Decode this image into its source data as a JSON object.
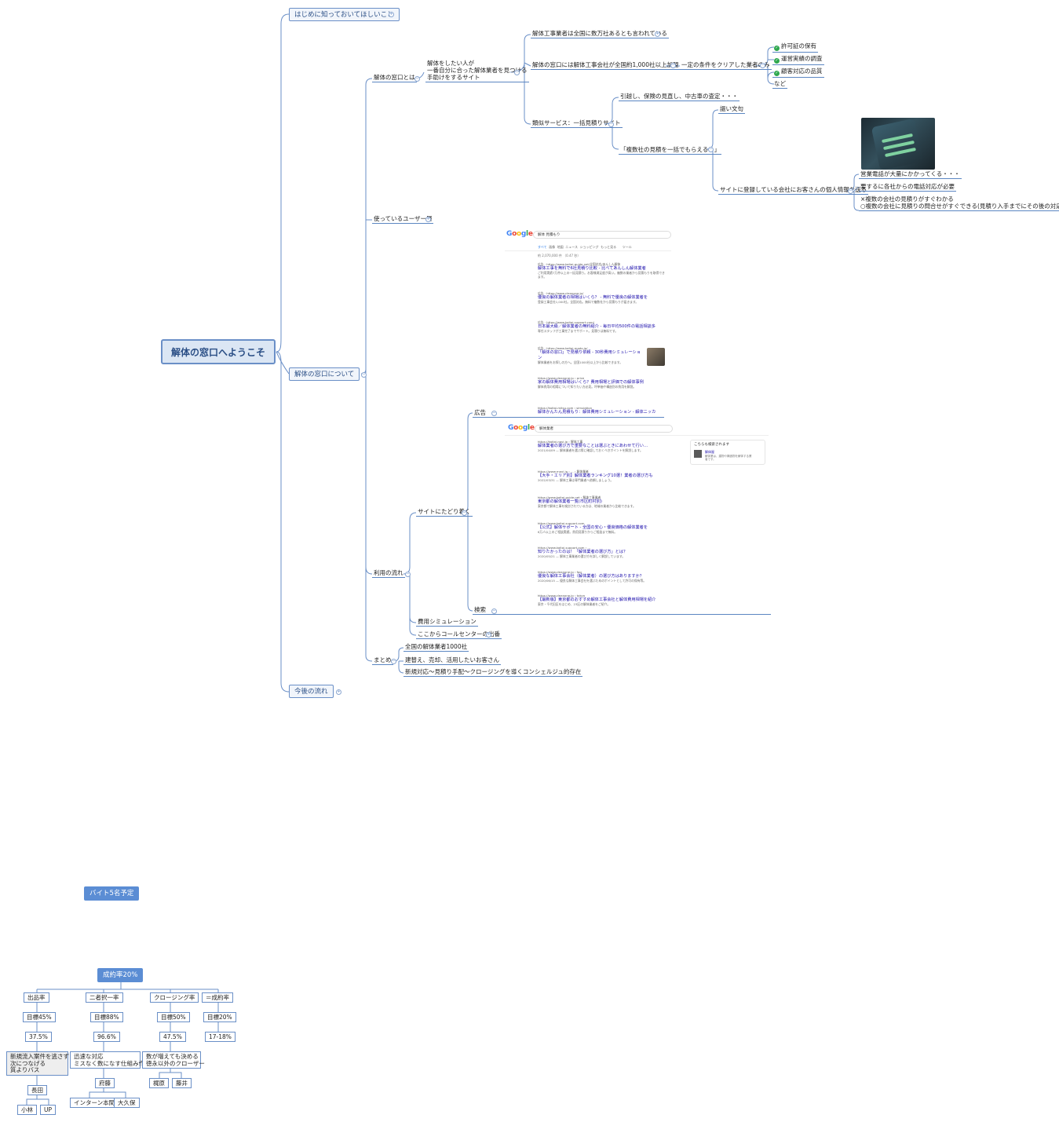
{
  "map": {
    "root": "解体の窓口へようこそ",
    "main": {
      "intro": "はじめに知っておいてほしいこと",
      "about": "解体の窓口について",
      "future": "今後の流れ"
    },
    "about": {
      "what_is": "解体の窓口とは",
      "what_is_desc": [
        "解体をしたい人が",
        "一番自分に合った解体業者を見つける",
        "手助けをするサイト"
      ],
      "industry_count": "解体工事業者は全国に数万社あるとも言われている",
      "partners": "解体の窓口には解体工事会社が全国約1,000社以上加盟",
      "criteria": "一定の条件をクリアした業者のみ",
      "criteria_items": [
        "許可証の保有",
        "運営実績の調査",
        "顧客対応の品質",
        "など"
      ],
      "similar_service": "類似サービス：一括見積りサイト",
      "similar_examples": "引越し、保険の見直し、中古車の査定・・・",
      "catchphrase_title": "謳い文句",
      "catchphrase": "「複数社の見積を一括でもらえる！」",
      "register": "サイトに登録している会社にお客さんの個人情報を送る",
      "drawbacks": [
        "営業電話が大量にかかってくる・・・",
        "要するに各社からの電話対応が必要",
        "×複数の会社の見積りがすぐわかる",
        "○複数の会社に見積りの問合せがすぐできる(見積り入手までにその後の対応は必要)"
      ],
      "users": "使っているユーザー層",
      "flow": "利用の流れ",
      "reach_site": "サイトにたどり着く",
      "ad": "広告",
      "search": "検索",
      "simulation": "費用シミュレーション",
      "call_center": "ここからコールセンターの出番",
      "summary": "まとめ",
      "summary_items": [
        "全国の解体業者1000社",
        "建替え、売却、活用したいお客さん",
        "新規対応～見積り手配～クロージングを導くコンシェルジュ的存在"
      ]
    },
    "screenshot1": {
      "logo": "Google",
      "query": "解体 見積もり",
      "tabs": [
        "すべて",
        "画像",
        "地図",
        "ニュース",
        "ショッピング",
        "もっと見る",
        "ツール"
      ],
      "count": "約 2,070,000 件 （0.47 秒）",
      "results": [
        {
          "url": "広告 · https://www.kaitai-guide.net/全国対応/あんしん解体",
          "title": "解体工事を無料で6社見積り比較 - 比べてあんしん解体業者",
          "snippet": "ご利用実績7万件以上の一括見積り。お客様満足度が高い。複数の業者から見積もりを取得できます。"
        },
        {
          "url": "広告 · https://www.cleanone.jp/",
          "title": "優良の解体業者の相場はいくら？ - 無料で優良の解体業者を",
          "snippet": "登録工事会社1,000社。全国対応。無料で複数社から見積もりが届きます。"
        },
        {
          "url": "広告 · https://www.kaitai-support.com/",
          "title": "日本最大級／解体業者の無料紹介 - 毎日平均500件の電話相談多",
          "snippet": "専任スタッフが工事完了までサポート。見積りは無料です。"
        },
        {
          "url": "広告 · https://www.kaitai-mado.jp/",
          "title": "「解体の窓口」で見積り依頼 - 30秒費用シミュレーション",
          "snippet": "解体業者をお探しの方へ。全国1000社以上から比較できます。"
        },
        {
          "url": "https://www.cleanone.jp › price",
          "title": "家の解体費用相場はいくら？費用相場と評価での解体事例",
          "snippet": "解体費用の相場について知りたい方必見。坪単価や構造別の費用を解説。"
        },
        {
          "url": "https://kaitai-mitsu.com › simulation",
          "title": "解体かんたん見積もり：解体費用シミュレーション - 解体ニッカ",
          "snippet": ""
        }
      ]
    },
    "screenshot2": {
      "logo": "Google",
      "query": "解体業者",
      "side_title": "こちらも検索されます",
      "side_item": "解体屋",
      "side_sub": "解体業は、建物や構造物を解体する業者です。",
      "results": [
        {
          "url": "https://kaitai-navi.jp › 解体工事",
          "title": "解体業者の選び方で重要なことは選ぶときにあわせて行い…",
          "snippet": "2021/04/09 — 解体業者を選ぶ際に確認しておくべきポイントを解説します。"
        },
        {
          "url": "https://www.rnavi.jp › … › 解体業者",
          "title": "【大手・エリア別】解体業者ランキング10選！業者の選び方も",
          "snippet": "2022/03/31 — 解体工事は専門業者へ依頼しましょう。"
        },
        {
          "url": "https://www.kaitai-guide.net › 解体工事業者",
          "title": "東京都の解体業者一覧(市区町村別)",
          "snippet": "東京都で解体工事を検討されている方は、地域の業者から比較できます。"
        },
        {
          "url": "https://www.kaitai-support.com",
          "title": "【公式】解体サポート - 全国の安心・優良価格の解体業者を",
          "snippet": "6万人以上のご相談実績。費用見積りからご相談まで無料。"
        },
        {
          "url": "https://www.kaitai-support.com › …",
          "title": "知りたかったのは！「解体業者の選び方」とは？",
          "snippet": "2020/05/21 — 解体工事業者の選び方を詳しく解説しています。"
        },
        {
          "url": "https://www.cleanone.jp › faq",
          "title": "優良な解体工事会社（解体業者）の選び方はありますか？",
          "snippet": "2020/06/15 — 優良な解体工事会社を選ぶためのポイントとして許可の保有等。"
        },
        {
          "url": "https://www.cleanone.jp › tokyo",
          "title": "【最新版】東京都のおすすめ解体工事会社と解体費用相場を紹介",
          "snippet": "東京・千代田区をはじめ、23区の解体業者をご紹介。"
        }
      ]
    },
    "org": {
      "note": "バイト5名予定",
      "top": "成約率20%",
      "columns": [
        {
          "label": "出品率",
          "target": "目標45%",
          "actual": "37.5%",
          "action": "新規流入案件を逃さず\n次につなげる\n質よりバス",
          "owner": "長田",
          "members": [
            "小林",
            "UP"
          ]
        },
        {
          "label": "二者択一率",
          "target": "目標88%",
          "actual": "96.6%",
          "action": "迅速な対応\nミスなく数になす仕組み作り",
          "owner": "府藤",
          "members": [
            "インターン本間",
            "大久保"
          ]
        },
        {
          "label": "クロージング率",
          "target": "目標50%",
          "actual": "47.5%",
          "action": "数が増えても決める\n徳永以外のクローザー",
          "owner": "",
          "members": [
            "梶原",
            "藤井"
          ]
        },
        {
          "label": "＝成約率",
          "target": "目標20%",
          "actual": "17-18%",
          "action": "",
          "owner": "",
          "members": []
        }
      ]
    },
    "colors": {
      "line": "#5b86c2",
      "accent": "#5b8dd4",
      "check": "#2fa84f",
      "link": "#1a0dab"
    }
  }
}
